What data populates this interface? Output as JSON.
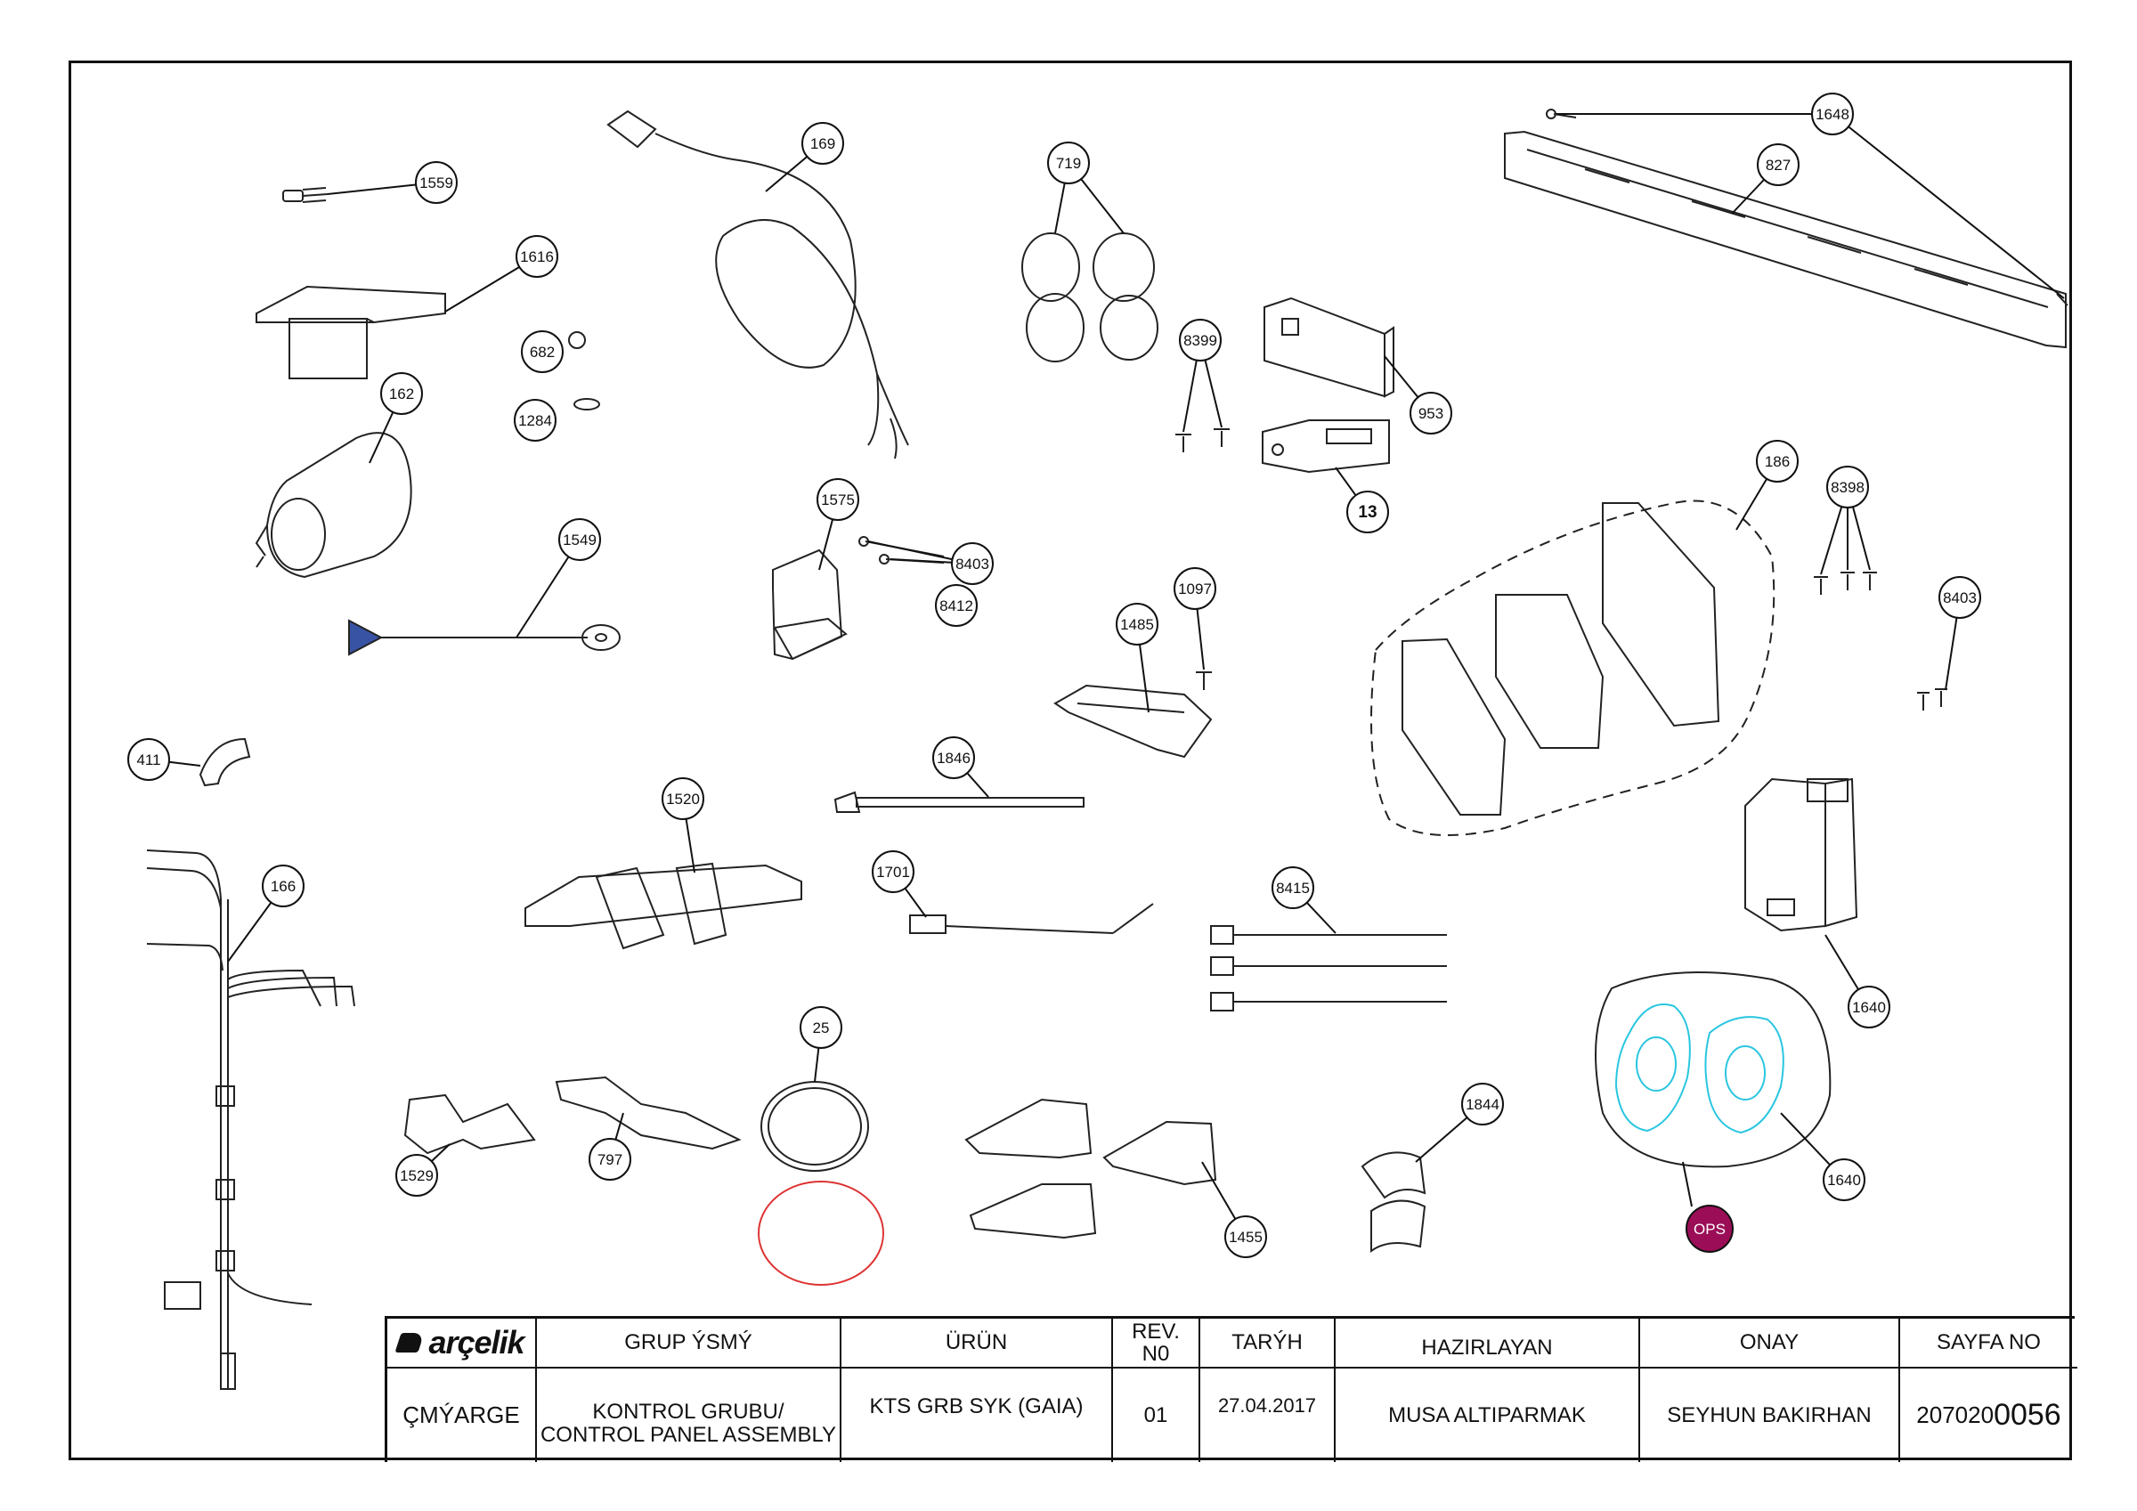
{
  "drawing": {
    "callouts": [
      "1559",
      "1616",
      "682",
      "1284",
      "162",
      "1549",
      "169",
      "719",
      "8399",
      "953",
      "13",
      "1648",
      "827",
      "1575",
      "8403",
      "8412",
      "1097",
      "1485",
      "186",
      "8398",
      "8403",
      "411",
      "1846",
      "1520",
      "166",
      "1701",
      "8415",
      "1640",
      "25",
      "1529",
      "797",
      "1455",
      "1844",
      "1640"
    ],
    "ops_badge": "OPS"
  },
  "title_block": {
    "logo": "arçelik",
    "headers": {
      "group_name": "GRUP ÝSMÝ",
      "product": "ÜRÜN",
      "rev_no": "REV.\nN0",
      "date": "TARÝH",
      "prepared_by": "HAZIRLAYAN",
      "approval": "ONAY",
      "page_no": "SAYFA NO"
    },
    "values": {
      "department": "ÇMÝARGE",
      "group_name": "KONTROL GRUBU/\nCONTROL PANEL ASSEMBLY",
      "product": "KTS GRB SYK (GAIA)",
      "rev_no": "01",
      "date": "27.04.2017",
      "prepared_by": "MUSA ALTIPARMAK",
      "approval": "SEYHUN BAKIRHAN",
      "page_no_prefix": "207020",
      "page_no_suffix": "0056"
    }
  },
  "colors": {
    "ops_badge": "#9b0e57",
    "ops_parts": "#29c6e0",
    "line": "#111111"
  }
}
